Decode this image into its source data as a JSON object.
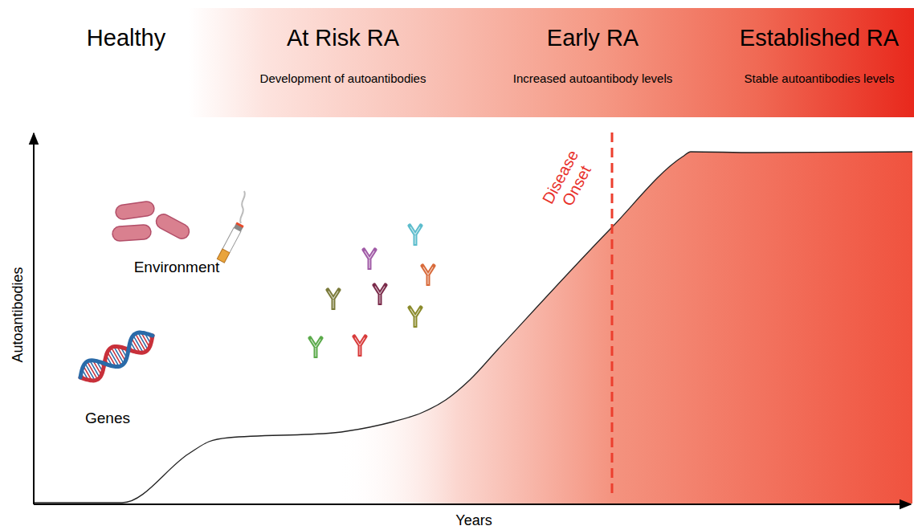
{
  "diagram": {
    "nodes": [
      {
        "text": [
          "Healthy",
          "At Risk RA",
          "Development of autoantibodies",
          "Early RA",
          "Increased autoantibody levels",
          "Established RA",
          "Stable autoantibodies levels"
        ]
      }
    ],
    "labels": [
      "Environment",
      "Genes",
      "Disease Onset",
      "Autoantibodies",
      "Years"
    ]
  }
}
